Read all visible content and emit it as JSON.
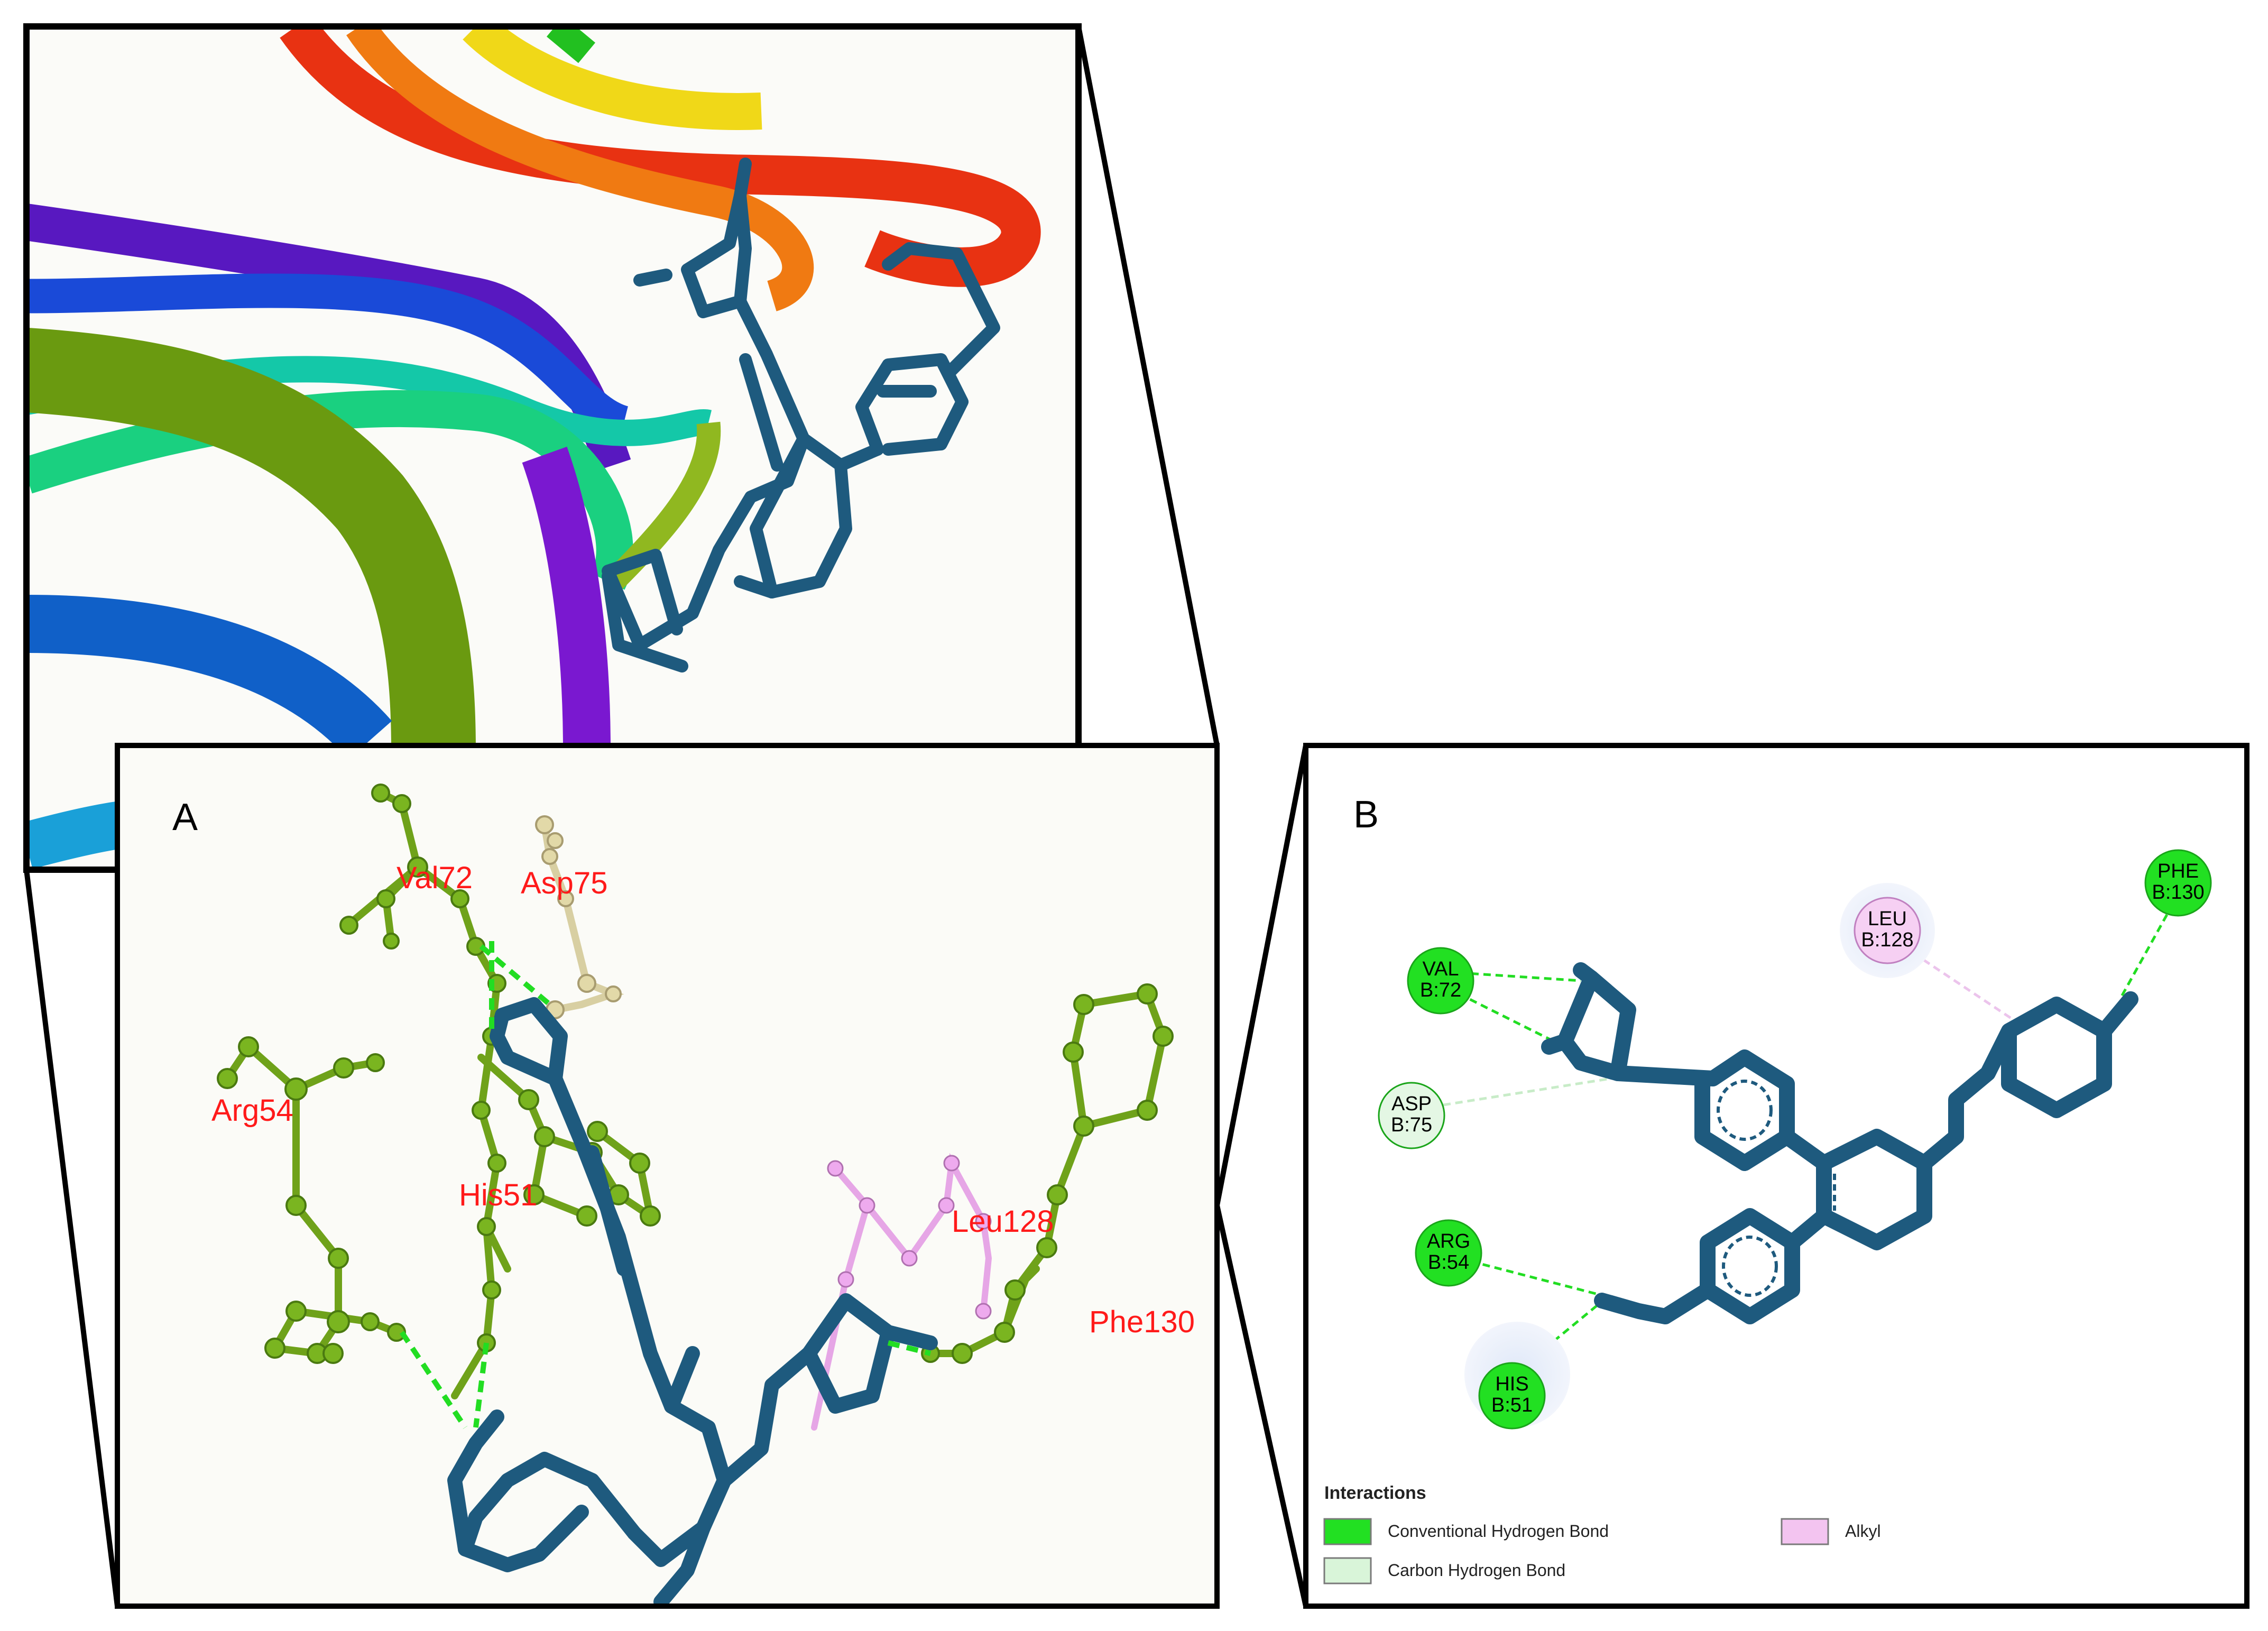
{
  "panel_a": {
    "letter": "A",
    "residues": [
      "Val72",
      "Asp75",
      "Arg54",
      "His51",
      "Leu128",
      "Phe130"
    ]
  },
  "panel_b": {
    "letter": "B",
    "nodes": [
      {
        "name": "VAL",
        "id": "B:72",
        "type": "Conventional Hydrogen Bond"
      },
      {
        "name": "ASP",
        "id": "B:75",
        "type": "Carbon Hydrogen Bond"
      },
      {
        "name": "ARG",
        "id": "B:54",
        "type": "Conventional Hydrogen Bond"
      },
      {
        "name": "HIS",
        "id": "B:51",
        "type": "Conventional Hydrogen Bond"
      },
      {
        "name": "LEU",
        "id": "B:128",
        "type": "Alkyl"
      },
      {
        "name": "PHE",
        "id": "B:130",
        "type": "Conventional Hydrogen Bond"
      }
    ],
    "legend": {
      "title": "Interactions",
      "items": [
        {
          "label": "Conventional Hydrogen Bond",
          "color": "#22e022"
        },
        {
          "label": "Alkyl",
          "color": "#f3c4f0"
        },
        {
          "label": "Carbon Hydrogen Bond",
          "color": "#d9f5d9"
        }
      ]
    }
  },
  "colors": {
    "ligand": "#1e5a7e",
    "protein_sticks": "#6fa21a",
    "asp_sticks": "#d8cfa2",
    "leu_sticks": "#e6a6e6",
    "hbond": "#22dd22",
    "residue_label": "#ff1a1a"
  }
}
